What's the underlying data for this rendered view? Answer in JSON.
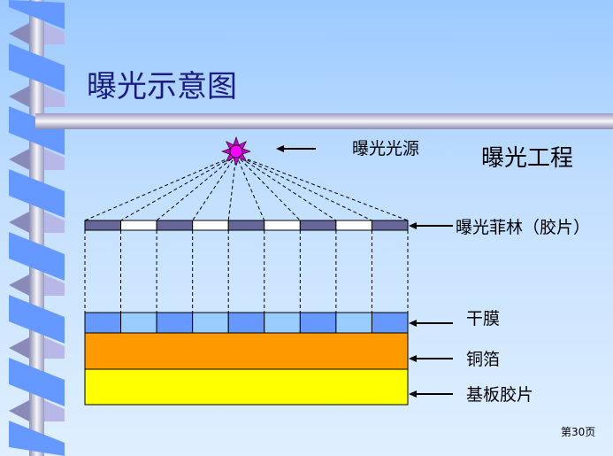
{
  "title": "曝光示意图",
  "process_label": "曝光工程",
  "labels": {
    "light_source": "曝光光源",
    "film": "曝光菲林（胶片）",
    "dry_film": "干膜",
    "copper_foil": "铜箔",
    "substrate": "基板胶片"
  },
  "page_number": "第30页",
  "colors": {
    "title": "#1a1a80",
    "film_dark": "#666699",
    "film_clear": "#ffffff",
    "dry_film_dark": "#6699ff",
    "dry_film_light": "#99ccff",
    "copper": "#ff9900",
    "substrate": "#ffff00",
    "light_source": "#ff00ff"
  }
}
